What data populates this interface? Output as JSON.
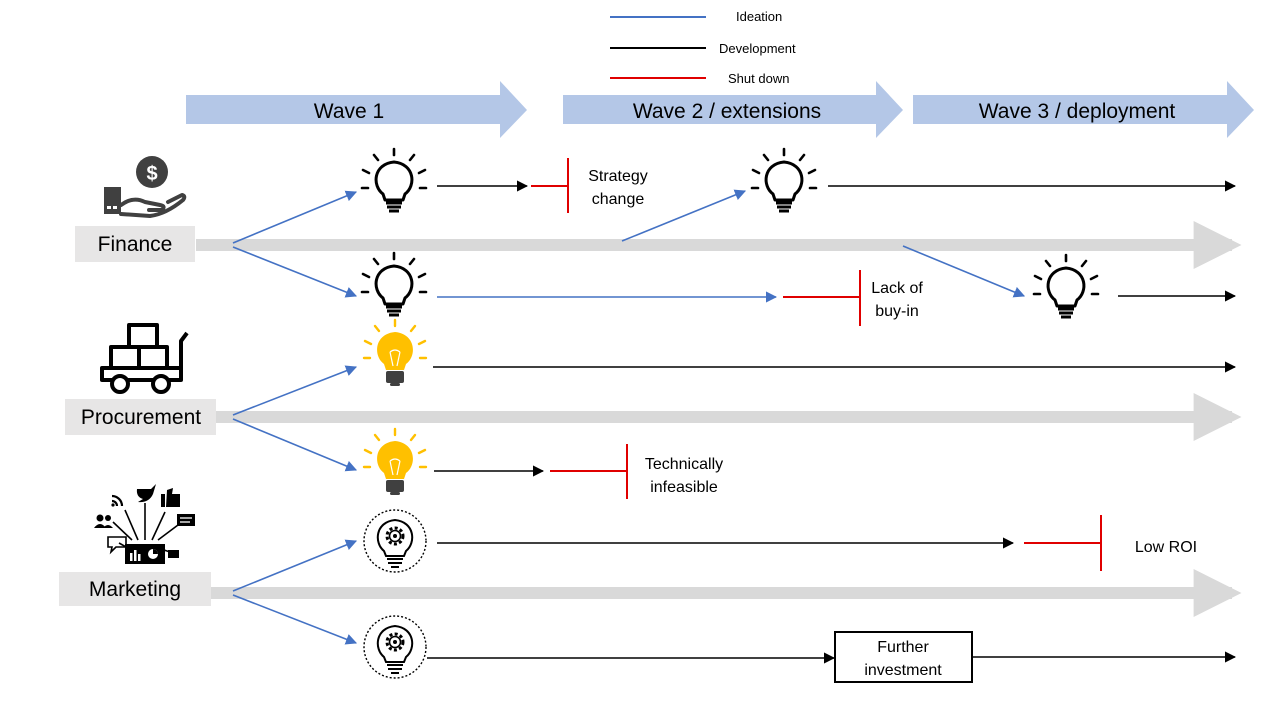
{
  "legend": [
    {
      "label": "Ideation",
      "color": "#4472c4"
    },
    {
      "label": "Development",
      "color": "#000000"
    },
    {
      "label": "Shut down",
      "color": "#e00000"
    }
  ],
  "waves": [
    {
      "label": "Wave 1"
    },
    {
      "label": "Wave 2 / extensions"
    },
    {
      "label": "Wave 3 / deployment"
    }
  ],
  "departments": [
    {
      "label": "Finance",
      "icon": "money-hand-icon"
    },
    {
      "label": "Procurement",
      "icon": "cart-boxes-icon"
    },
    {
      "label": "Marketing",
      "icon": "social-media-icon"
    }
  ],
  "notes": {
    "strategy_change": [
      "Strategy",
      "change"
    ],
    "lack_of_buyin": [
      "Lack of",
      "buy-in"
    ],
    "technically_infeasible": [
      "Technically",
      "infeasible"
    ],
    "low_roi": [
      "Low ROI"
    ],
    "further_investment": [
      "Further",
      "investment"
    ]
  },
  "colors": {
    "wave_arrow": "#b4c7e7",
    "timeline": "#d9d9d9",
    "label_bg": "#e7e6e6",
    "ideation": "#4472c4",
    "development": "#000000",
    "shutdown": "#e00000",
    "bulb_lit": "#ffc000",
    "icon_gray": "#404040"
  }
}
